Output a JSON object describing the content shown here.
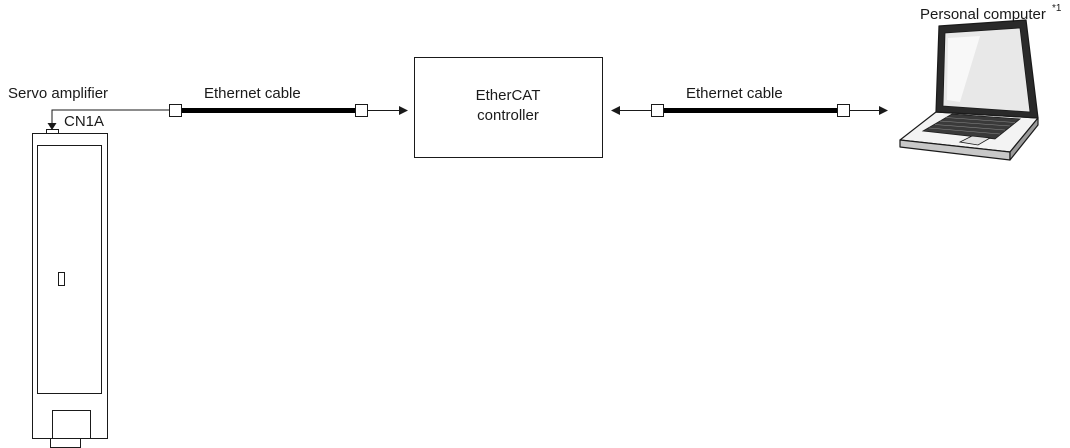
{
  "labels": {
    "servo_amplifier": "Servo amplifier",
    "connector": "CN1A",
    "cable_left": "Ethernet cable",
    "cable_right": "Ethernet cable",
    "controller_line1": "EtherCAT",
    "controller_line2": "controller",
    "personal_computer": "Personal computer",
    "footnote_marker": "*1"
  },
  "colors": {
    "line": "#1a1a1a",
    "cable": "#000000",
    "background": "#ffffff"
  }
}
